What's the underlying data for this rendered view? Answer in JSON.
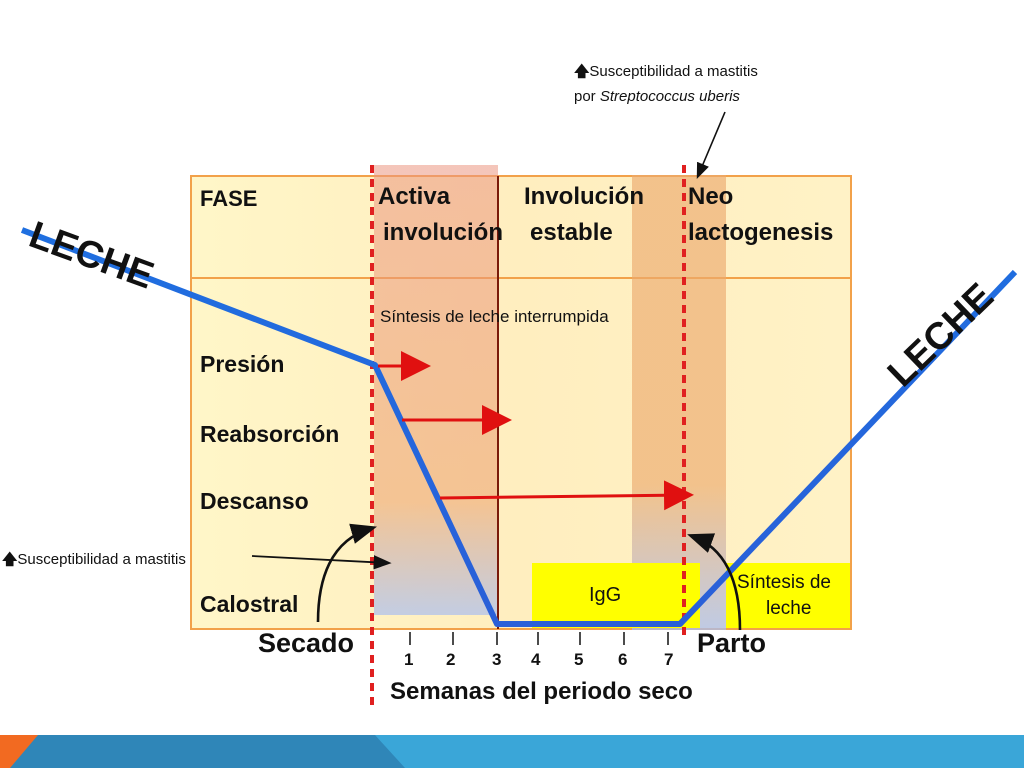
{
  "annotation_top": {
    "line1": "Susceptibilidad a mastitis",
    "line2_prefix": "por ",
    "line2_italic": "Streptococcus uberis"
  },
  "annotation_left": "Susceptibilidad a mastitis",
  "leche_left": "LECHE",
  "leche_right": "LECHE",
  "phases": {
    "fase": "FASE",
    "activa_1": "Activa",
    "activa_2": "involución",
    "estable_1": "Involución",
    "estable_2": "estable",
    "neo_1": "Neo",
    "neo_2": "lactogenesis"
  },
  "sintesis_interrumpida": "Síntesis de leche interrumpida",
  "rows": {
    "presion": "Presión",
    "reabsorcion": "Reabsorción",
    "descanso": "Descanso",
    "calostral": "Calostral"
  },
  "igg": "IgG",
  "sintesis_leche_1": "Síntesis de",
  "sintesis_leche_2": "leche",
  "secado": "Secado",
  "parto": "Parto",
  "weeks": [
    "1",
    "2",
    "3",
    "4",
    "5",
    "6",
    "7"
  ],
  "xaxis_label": "Semanas del periodo seco",
  "colors": {
    "milk_line": "#1f6fe0",
    "dashed_line": "#e02020",
    "arrow_red": "#e01010",
    "igg_box": "#ffff00",
    "panel_border": "#f2a14a"
  }
}
